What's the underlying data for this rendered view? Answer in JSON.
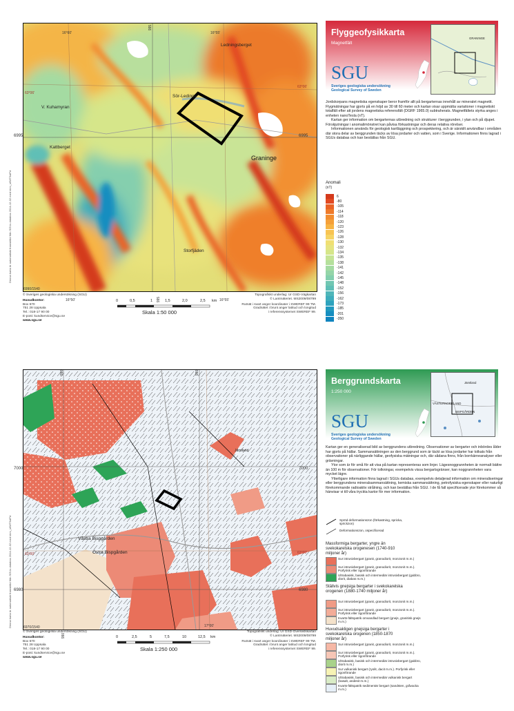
{
  "top": {
    "grid_labels": {
      "top_lon_left": "16°60'",
      "top_lon_right": "16°55'",
      "grid_top": "995",
      "left_lat": "63°06'",
      "right_lat": "63°06'",
      "left_y": "6995",
      "right_y": "6995",
      "bottom_lon_left": "16°50'",
      "bottom_lon_right": "16°55'",
      "grid_bottom": "995",
      "corner_bl": "6990/1540"
    },
    "places": [
      "Ledningsberget",
      "Sör-Ledinge",
      "V. Kuhamyran",
      "Kattberget",
      "Graninge",
      "Storfjäden"
    ],
    "header": {
      "title": "Flyggeofysikkarta",
      "subtitle": "Magnetfält",
      "color": "#d5293b"
    },
    "logo": {
      "text": "SGU",
      "line1": "Sveriges geologiska undersökning",
      "line2": "Geological Survey of Sweden"
    },
    "inset_label": "GRANINGE",
    "description": [
      "Jordskorpans magnetiska egenskaper beror framför allt på bergarternas innehåll av mineralet magnetit. Flygmätningar har gjorts på en höjd av 30 till 60 meter och kartan visar uppmätta variationer i magnetiskt totalfält efter att jordens magnetiska referensfält (DGRF 1965.0) subtraherats. Magnetfältets styrka anges i enheten nanoTesla (nT).",
      "Kartan ger information om bergarternas utbredning och strukturer i berggrunden, i ytan och på djupet. Förskjutningar i anomalimönstret kan påvisa förkastningar och deras relativa rörelser.",
      "Informationen används för geologisk kartläggning och prospektering, och är särskilt användbar i områden där stora delar av berggrunden täcks av lösa jordarter och vatten, som i Sverige. Informationen finns lagrad i SGUs databas och kan beställas från SGU."
    ],
    "legend": {
      "title": "Anomali",
      "unit": "(nT)",
      "items": [
        {
          "color": "#d43a1c",
          "label": "6"
        },
        {
          "color": "#e24a22",
          "label": "-80"
        },
        {
          "color": "#ea6326",
          "label": "-105"
        },
        {
          "color": "#ef7a2a",
          "label": "-114"
        },
        {
          "color": "#f28d30",
          "label": "-118"
        },
        {
          "color": "#f5a039",
          "label": "-120"
        },
        {
          "color": "#f7b444",
          "label": "-123"
        },
        {
          "color": "#f8c453",
          "label": "-126"
        },
        {
          "color": "#f6d465",
          "label": "-128"
        },
        {
          "color": "#f0df73",
          "label": "-130"
        },
        {
          "color": "#e6e480",
          "label": "-132"
        },
        {
          "color": "#d6e68a",
          "label": "-134"
        },
        {
          "color": "#c6e495",
          "label": "-135"
        },
        {
          "color": "#b5e09c",
          "label": "-138"
        },
        {
          "color": "#a4dba2",
          "label": "-141"
        },
        {
          "color": "#94d5a8",
          "label": "-142"
        },
        {
          "color": "#83cfae",
          "label": "-145"
        },
        {
          "color": "#71c7b2",
          "label": "-148"
        },
        {
          "color": "#60bfb6",
          "label": "-152"
        },
        {
          "color": "#4fb6b9",
          "label": "-156"
        },
        {
          "color": "#3eadbc",
          "label": "-162"
        },
        {
          "color": "#2ea3be",
          "label": "-173"
        },
        {
          "color": "#2199bf",
          "label": "-185"
        },
        {
          "color": "#168ec0",
          "label": "-201"
        },
        {
          "color": "#0f84bf",
          "label": "-350"
        }
      ]
    },
    "footer": {
      "copyright": "© Sveriges geologiska undersökning (SGU)",
      "office": "Huvudkontor:",
      "address": [
        "Box 670",
        "751 28 Uppsala",
        "Tel.: 018-17 90 00",
        "E-post: kundservice@sgu.se"
      ],
      "web": "www.sgu.se",
      "scale_ticks": [
        "0",
        "0,5",
        "1",
        "1,5",
        "2,0",
        "2,5",
        "km"
      ],
      "scale": "Skala 1:50 000",
      "topo": [
        "Topografiskt underlag: Ur GSD-Vägkartan",
        "© Lantmäteriet. MS2009/08799"
      ],
      "coords": [
        "Rutnät i svart anger koordinater i SWEREF 99 TM.",
        "Gradnätet i brunt anger latitud och longitud",
        "i referenssystemet SWEREF 99."
      ]
    },
    "side_text": "Denna karta är automatiskt framställd från SGUs databas 2014-12-02 med id:m_s6MT5stPd"
  },
  "bottom": {
    "grid_labels": {
      "grid_top_left": "990",
      "grid_top_mid": "990",
      "left_y_1": "7000",
      "right_y_1": "7000",
      "left_lat": "63°00'",
      "right_lat": "63°00'",
      "left_y_2": "6980",
      "right_y_2": "6980",
      "bottom_lon": "17°00'",
      "grid_bottom_left": "990",
      "corner_bl": "6970/1540"
    },
    "places": [
      "Våstra Bispgården",
      "Östra Bispgården",
      "Jämtland"
    ],
    "header": {
      "title": "Berggrundskarta",
      "subtitle": "1:250 000",
      "color": "#2f9a53"
    },
    "logo": {
      "text": "SGU",
      "line1": "Sveriges geologiska undersökning",
      "line2": "Geological Survey of Sweden"
    },
    "inset_labels": [
      "Jämtland",
      "VÄSTERNORRLAND",
      "BISPGÅRDEN"
    ],
    "description": [
      "Kartan ger en generaliserad bild av berggrundens utbredning. Observationer av bergarter och inbördes ålder har gjorts på hällar. Sammansättningen av den berggrund som är täckt av lösa jordarter har tolkats från observationer på närliggande hällar, geofysiska mätningar och, där sådana finns, från borrkärneanalyser eller grävningar.",
      "Ytor som är för små för att visa på kartan representeras som linjer. Lägesnoggrannheten är normalt bättre än 100 m för observationer. För tolkningar, exempelvis vissa bergartsgränser, kan noggrannheten vara mycket lägre.",
      "Ytterligare information finns lagrad i SGUs databas, exempelvis detaljerad information om mineraliseringar eller berggrundens mineralsammansättning, kemiska sammansättning, petrofysiska egenskaper eller naturligt förekommande radioaktiv strålning, och kan beställas från SGU. I de få fall specificerade ytor förekommer så hänvisar vi till våra tryckta kartor för mer information."
    ],
    "line_legend": [
      "Spröd deformationszon (förkastning, spricka, sprickzon)",
      "Deformationszon, ospecificerad"
    ],
    "groups": [
      {
        "head": "Massformiga bergarter, yngre än svekokarelska orogenesen (1740-910 miljoner år)",
        "items": [
          {
            "color": "#e8705a",
            "label": "Sur intrusivbergart (granit, granodiorit, monzonit m.m.)"
          },
          {
            "color": "#ec8a76",
            "label": "Sur intrusivbergart (granit, granodiorit, monzonit m.m.). Porfyrisk eller ögonförande"
          },
          {
            "color": "#2ea457",
            "label": "Ultrabasisk, basisk och intermediär intrusivbergart (gabbro, diorit, diabas m.m.)"
          }
        ]
      },
      {
        "head": "Ställvis gnejsiga bergarter i svekokarelska orogenen (1880-1740 miljoner år)",
        "items": [
          {
            "color": "#f09b86",
            "label": "Sur intrusivbergart (granit, granodiorit, monzonit m.m.)"
          },
          {
            "color": "#f3ac98",
            "label": "Sur intrusivbergart (granit, granodiorit, monzonit m.m.). Porfyrisk eller ögonförande"
          },
          {
            "color": "#f4e2cb",
            "label": "Kvarts-fältspatrik omvandlad bergart (gnejs, granitisk gnejs m.m.)"
          }
        ]
      },
      {
        "head": "Huvudsakligen gnejsiga bergarter i svekokarelska orogenen (1850-1870 miljoner år)",
        "items": [
          {
            "color": "#f6b8a6",
            "label": "Sur intrusivbergart (granit, granodiorit, monzonit m.m.)"
          },
          {
            "color": "#f7c6b6",
            "label": "Sur intrusivbergart (granit, granodiorit, monzonit m.m.). Porfyrisk eller ögonförande"
          },
          {
            "color": "#a9d28a",
            "label": "Ultrabasisk, basisk och intermediär intrusivbergart (gabbro, diorit m.m.)"
          },
          {
            "color": "#f7f3b4",
            "label": "Sur vulkanisk bergart (ryolit, dacit m.m.). Porfyrisk eller ögonförande"
          },
          {
            "color": "#d9ecc6",
            "label": "Ultrabasisk, basisk och intermediär vulkanisk bergart (basalt, andesit m.m.)"
          },
          {
            "color": "#e6eff7",
            "label": "Kvarts-fältspatrik sedimentär bergart (sandsten, gråvacka m.m.)"
          }
        ]
      }
    ],
    "footer": {
      "copyright": "© Sveriges geologiska undersökning (SGU)",
      "office": "Huvudkontor:",
      "address": [
        "Box 670",
        "751 28 Uppsala",
        "Tel.: 018-17 90 00",
        "E-post: kundservice@sgu.se"
      ],
      "web": "www.sgu.se",
      "scale_ticks": [
        "0",
        "2,5",
        "5",
        "7,5",
        "10",
        "12,5",
        "km"
      ],
      "scale": "Skala 1:250 000",
      "topo": [
        "Topografiskt underlag: Ur GSD-Översiktskartan",
        "© Lantmäteriet. MS2009/08799"
      ],
      "coords": [
        "Rutnät i svart anger koordinater i SWEREF 99 TM.",
        "Gradnätet i brunt anger latitud och longitud",
        "i referenssystemet SWEREF 99."
      ]
    },
    "side_text": "Denna karta är automatiskt framställd från SGUs databas 2014-12-02 med id:m_s6MT5stPd"
  }
}
